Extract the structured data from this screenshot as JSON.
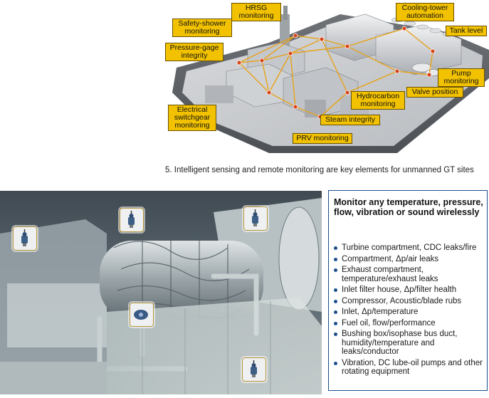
{
  "plant": {
    "callouts": {
      "hrsg": "HRSG\nmonitoring",
      "safety_shower": "Safety-shower\nmonitoring",
      "pressure_gage": "Pressure-gage\nintegrity",
      "cooling_tower": "Cooling-tower\nautomation",
      "tank_level": "Tank level",
      "pump": "Pump\nmonitoring",
      "valve_position": "Valve position",
      "hydrocarbon": "Hydrocarbon\nmonitoring",
      "steam_integrity": "Steam integrity",
      "electrical_switchgear": "Electrical\nswitchgear\nmonitoring",
      "prv": "PRV monitoring"
    }
  },
  "caption": "5. Intelligent sensing and remote monitoring are key elements for unmanned GT sites",
  "panel": {
    "title": "Monitor any temperature, pressure, flow, vibration or sound wirelessly",
    "items": [
      "Turbine compartment, CDC leaks/fire",
      "Compartment, Δp/air leaks",
      "Exhaust compartment, temperature/exhaust leaks",
      "Inlet filter house, Δp/filter health",
      "Compressor, Acoustic/blade rubs",
      "Inlet, Δp/temperature",
      "Fuel oil, flow/performance",
      "Bushing box/isophase bus duct, humidity/temperature and leaks/conductor",
      "Vibration, DC lube-oil pumps and other rotating equipment"
    ]
  },
  "colors": {
    "callout_fill": "#f2c200",
    "network_line": "#e8a21a",
    "node": "#d8451c",
    "panel_border": "#1b4f8a"
  }
}
